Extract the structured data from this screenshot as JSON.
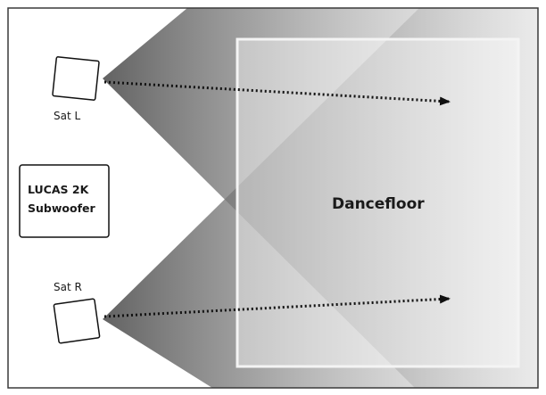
{
  "speakers": {
    "left": {
      "label": "Sat L"
    },
    "right": {
      "label": "Sat R"
    }
  },
  "subwoofer": {
    "line1": "LUCAS 2K",
    "line2": "Subwoofer"
  },
  "dancefloor": {
    "label": "Dancefloor"
  }
}
